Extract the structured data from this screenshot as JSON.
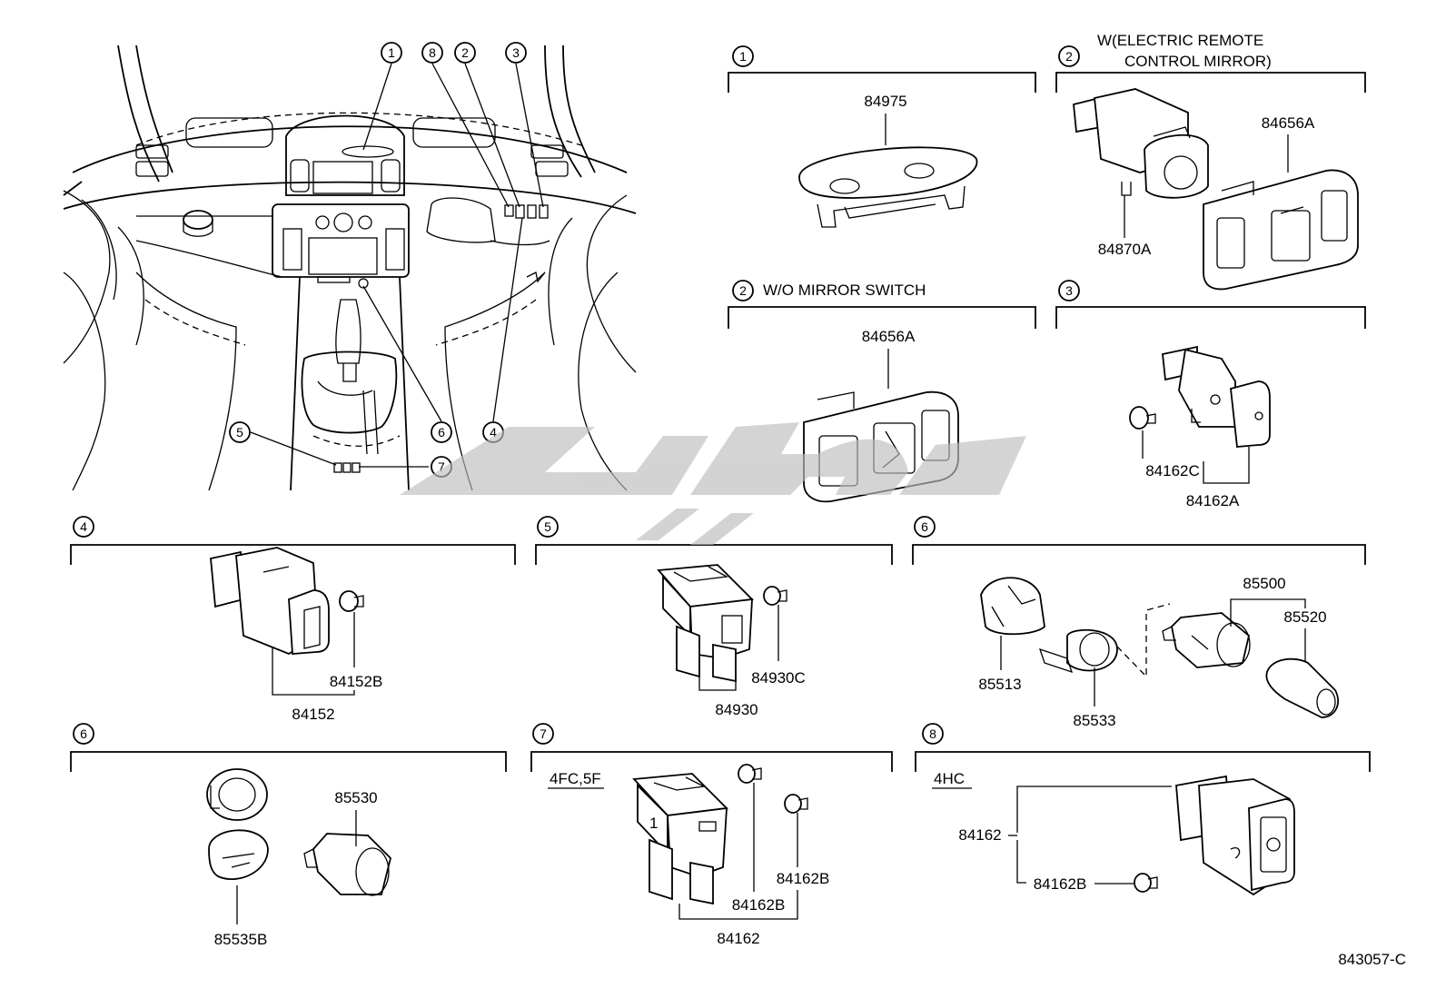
{
  "overview": {
    "callouts": [
      "1",
      "8",
      "2",
      "3",
      "4",
      "5",
      "6",
      "7"
    ]
  },
  "sections": [
    {
      "id": "s1",
      "num": "1",
      "note": "",
      "parts": [
        "84975"
      ]
    },
    {
      "id": "s2a",
      "num": "2",
      "note_line1": "W(ELECTRIC REMOTE",
      "note_line2": "CONTROL MIRROR)",
      "parts": [
        "84656A",
        "84870A"
      ]
    },
    {
      "id": "s2b",
      "num": "2",
      "note": "W/O MIRROR SWITCH",
      "parts": [
        "84656A"
      ]
    },
    {
      "id": "s3",
      "num": "3",
      "note": "",
      "parts": [
        "84162C",
        "84162A"
      ]
    },
    {
      "id": "s4",
      "num": "4",
      "note": "",
      "parts": [
        "84152B",
        "84152"
      ]
    },
    {
      "id": "s5",
      "num": "5",
      "note": "",
      "parts": [
        "84930C",
        "84930"
      ]
    },
    {
      "id": "s6a",
      "num": "6",
      "note": "",
      "parts": [
        "85500",
        "85520",
        "85513",
        "85533"
      ]
    },
    {
      "id": "s6b",
      "num": "6",
      "note": "",
      "parts": [
        "85530",
        "85535B"
      ]
    },
    {
      "id": "s7",
      "num": "7",
      "note": "4FC,5F",
      "parts": [
        "84162B",
        "84162B",
        "84162"
      ]
    },
    {
      "id": "s8",
      "num": "8",
      "note": "4HC",
      "parts": [
        "84162",
        "84162B"
      ]
    }
  ],
  "switch_marking": "1",
  "figure_code": "843057-C",
  "watermark_color": "#bdbdbd"
}
